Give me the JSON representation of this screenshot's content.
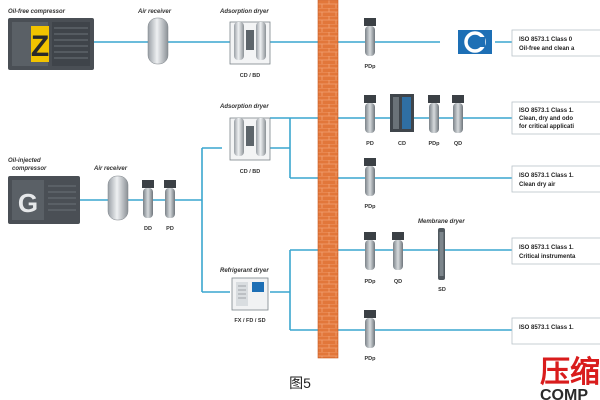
{
  "labels": {
    "oil_free_compressor": "Oil-free compressor",
    "air_receiver_top": "Air receiver",
    "adsorption_dryer_top": "Adsorption dryer",
    "cd_bd_top": "CD / BD",
    "oil_injected_compressor_l1": "Oil-injected",
    "oil_injected_compressor_l2": "compressor",
    "air_receiver_bottom": "Air receiver",
    "dd": "DD",
    "pd": "PD",
    "adsorption_dryer_mid": "Adsorption dryer",
    "cd_bd_mid": "CD / BD",
    "refrigerant_dryer": "Refrigerant dryer",
    "fx_fd_sd": "FX / FD / SD",
    "membrane_dryer": "Membrane dryer"
  },
  "right_rows": [
    {
      "filters": [
        "PDp"
      ]
    },
    {
      "filters": [
        "PD",
        "CD",
        "PDp",
        "QD"
      ]
    },
    {
      "filters": [
        "PDp"
      ]
    },
    {
      "filters": [
        "PDp",
        "QD",
        "SD"
      ]
    },
    {
      "filters": [
        "PDp"
      ]
    }
  ],
  "iso": [
    {
      "title": "ISO 8573.1 Class 0",
      "sub": "Oil-free and clean a"
    },
    {
      "title": "ISO 8573.1 Class 1.",
      "sub": "Clean, dry and odo",
      "sub2": "for critical applicati"
    },
    {
      "title": "ISO 8573.1 Class 1.",
      "sub": "Clean dry air"
    },
    {
      "title": "ISO 8573.1 Class 1.",
      "sub": "Critical instrumenta"
    },
    {
      "title": "ISO 8573.1 Class 1.",
      "sub": ""
    }
  ],
  "figure_caption": "图5",
  "watermark": {
    "line1": "压缩",
    "line2": "COMP"
  },
  "colors": {
    "pipe": "#3aa6cf",
    "wall": "#e07033",
    "compressor": "#4a4f55",
    "logo_z": "#f2c300",
    "brand_blue": "#1d6fb5"
  }
}
